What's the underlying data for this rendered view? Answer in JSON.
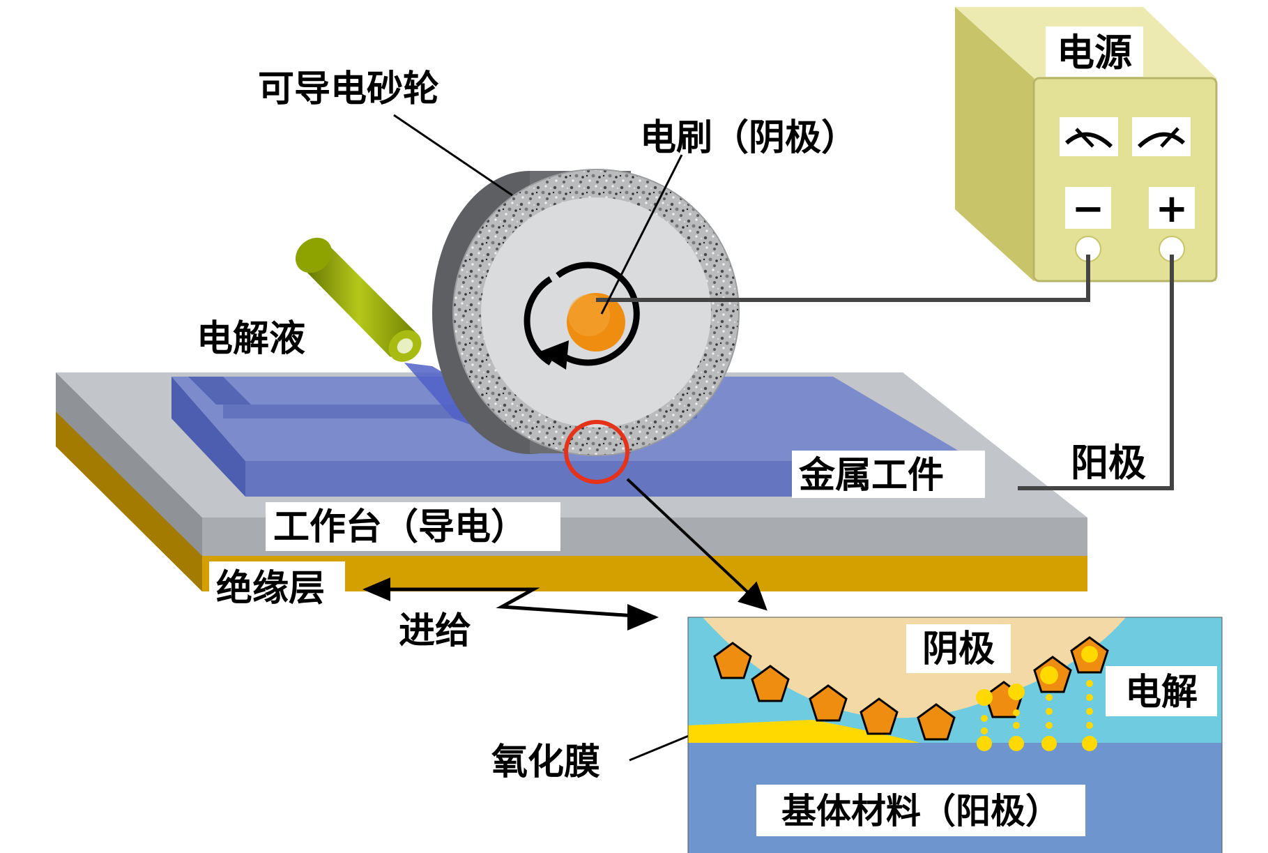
{
  "labels": {
    "grinding_wheel": "可导电砂轮",
    "brush": "电刷（阴极）",
    "power_supply": "电源",
    "minus": "−",
    "plus": "+",
    "electrolyte": "电解液",
    "workpiece": "金属工件",
    "anode": "阳极",
    "table": "工作台（导电）",
    "insulation": "绝缘层",
    "feed": "进给",
    "oxide_film": "氧化膜",
    "inset_cathode": "阴极",
    "inset_electrolysis": "电解",
    "substrate": "基体材料（阳极）"
  },
  "colors": {
    "workpiece": "#6f7fc4",
    "table_top": "#c2c5c9",
    "insulation": "#d4a000",
    "power_supply": "#e3e196",
    "wheel_gray": "#6b6d70",
    "electrolyte_bg": "#6fcbe0",
    "substrate_bg": "#6f95cf",
    "grain": "#ef8d10",
    "oxide": "#ffd900",
    "highlight_ring": "#e53218"
  }
}
